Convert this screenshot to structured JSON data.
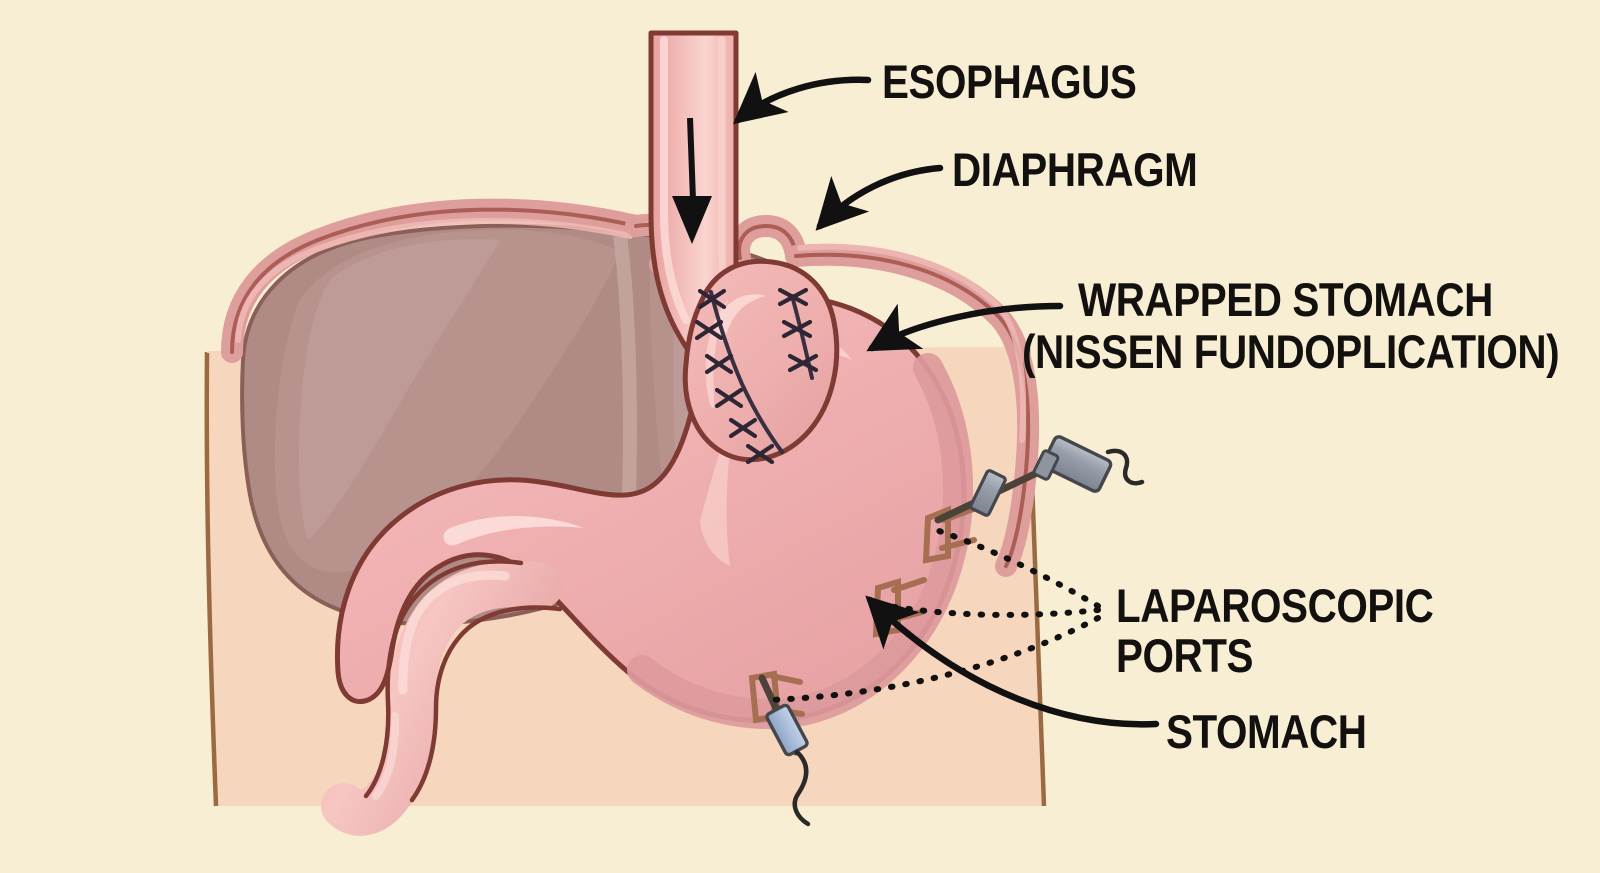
{
  "figure": {
    "title": "Nissen Fundoplication (Laparoscopic Anti-Reflux Surgery)",
    "background_color": "#f8eed3"
  },
  "labels": {
    "esophagus": "ESOPHAGUS",
    "diaphragm": "DIAPHRAGM",
    "wrapped_stomach_line1": "WRAPPED STOMACH",
    "wrapped_stomach_line2": "(NISSEN FUNDOPLICATION)",
    "laparoscopic_ports_line1": "LAPAROSCOPIC",
    "laparoscopic_ports_line2": "PORTS",
    "stomach": "STOMACH"
  },
  "anatomy": {
    "esophagus": "esophagus",
    "diaphragm": "diaphragm",
    "liver": "liver",
    "stomach_body": "stomach-body",
    "fundal_wrap": "fundal-wrap",
    "duodenum": "duodenum",
    "abdominal_wall": "abdominal-wall",
    "sutures": "suture-line",
    "flow_arrow": "swallow-direction-arrow"
  },
  "instruments": {
    "port_upper": "laparoscopic-port-upper",
    "port_middle": "laparoscopic-port-middle",
    "port_lower": "laparoscopic-port-lower",
    "trocar_shaft": "trocar-shaft",
    "instrument_handle": "instrument-handle",
    "cable": "instrument-cable"
  },
  "colors": {
    "background": "#f8eed3",
    "abdominal_wall": "#f6d6bd",
    "abdominal_wall_outline": "#9a6a43",
    "liver_fill": "#b08a85",
    "liver_highlight": "#bb9692",
    "liver_outline": "#8a5f58",
    "stomach_fill": "#efafb0",
    "stomach_rim": "#dd9a9c",
    "stomach_outline": "#7e3a33",
    "esophagus_fill": "#eaa9a6",
    "diaphragm_fill": "#dd9e9c",
    "suture": "#2e2535",
    "label_text": "#131110",
    "instrument_gray": "#9aa0ab",
    "instrument_blue": "#a8bcd8",
    "leader_line": "#111111"
  }
}
